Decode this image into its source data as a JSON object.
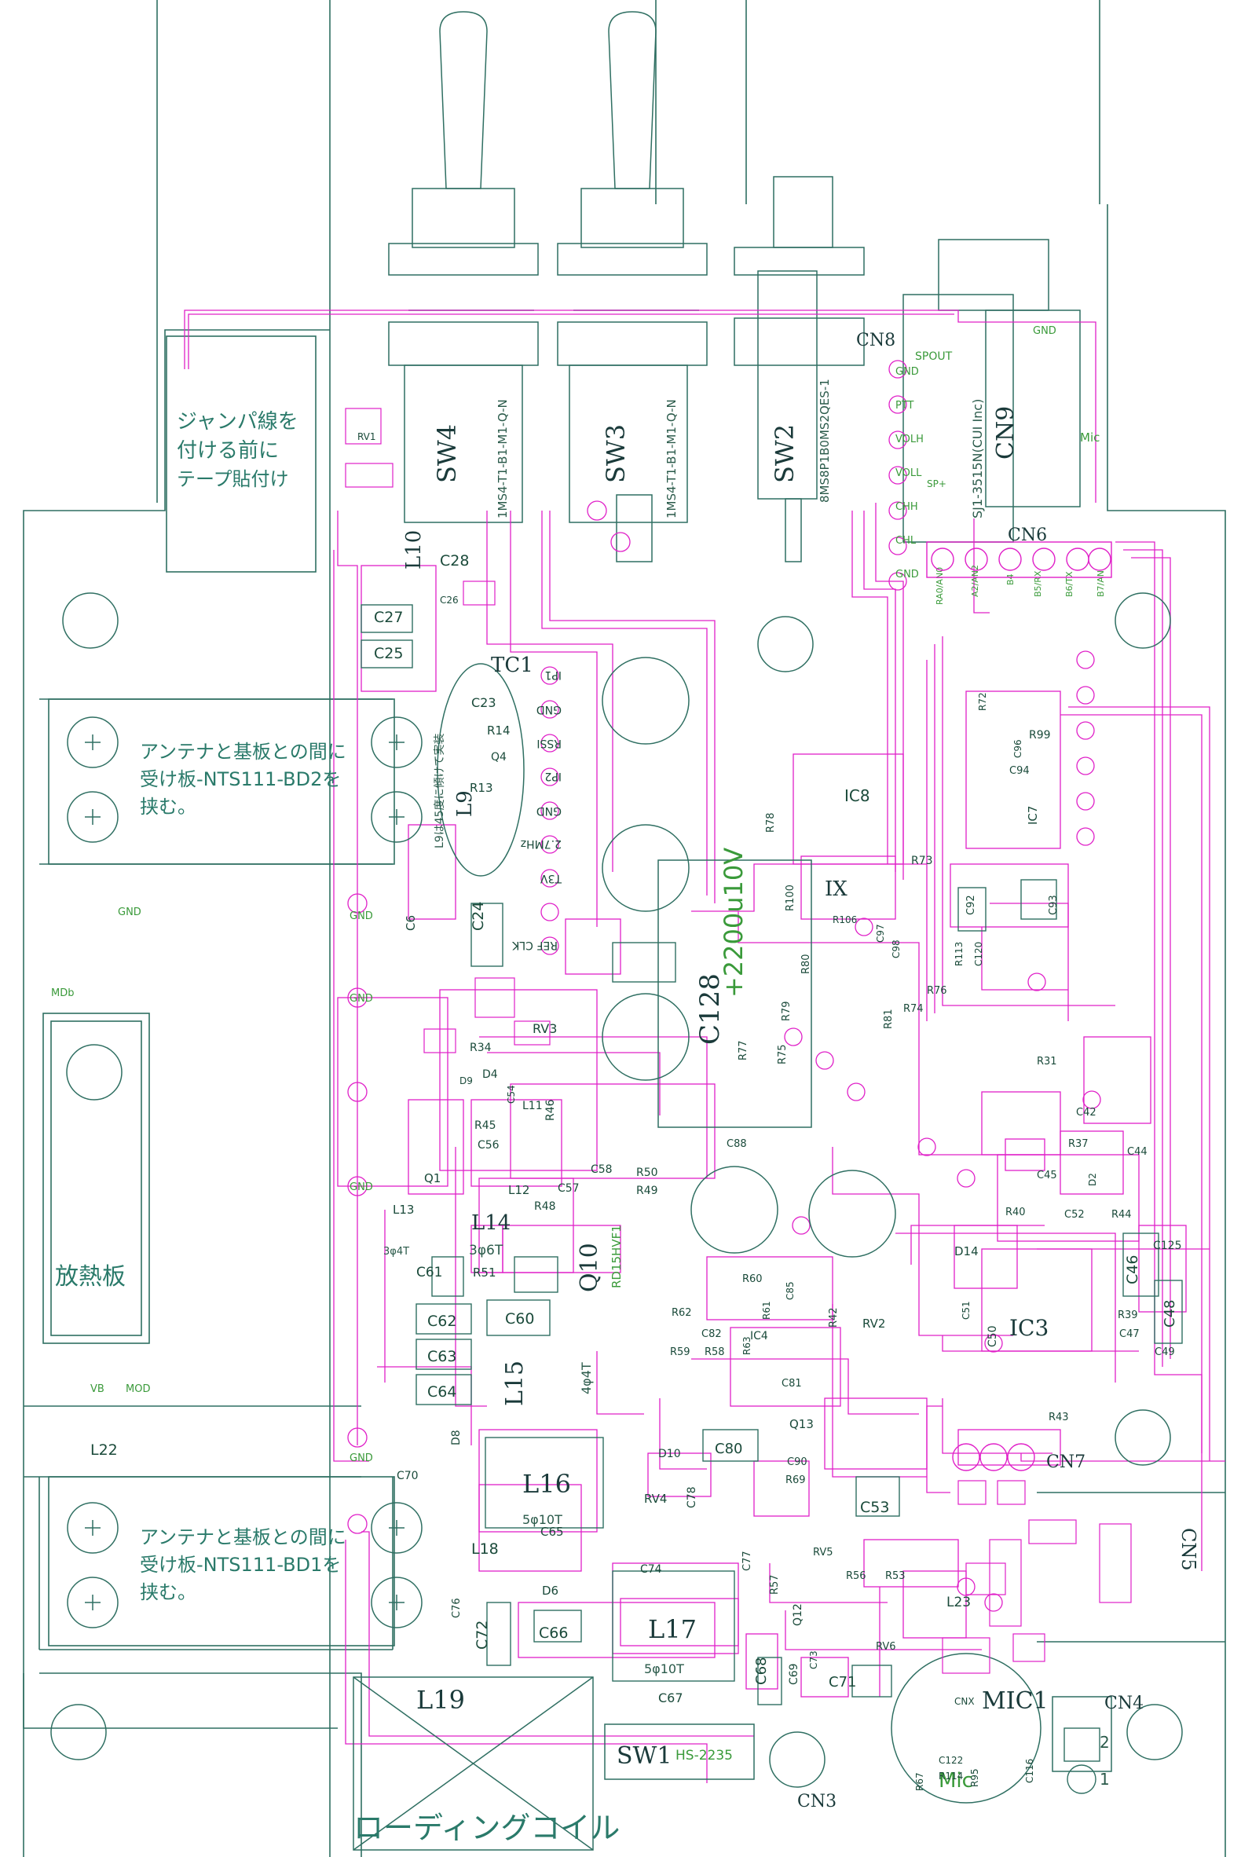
{
  "colors": {
    "outline": "#2f6f62",
    "trace": "#e020c8",
    "text": "#1a4a3a",
    "green": "#3a9a3a"
  },
  "switches": {
    "sw4": {
      "ref": "SW4",
      "part": "1MS4-T1-B1-M1-Q-N"
    },
    "sw3": {
      "ref": "SW3",
      "part": "1MS4-T1-B1-M1-Q-N"
    },
    "sw2": {
      "ref": "SW2",
      "part": "8MS8P1B0MS2QES-1"
    },
    "sw1": {
      "ref": "SW1",
      "part": "HS-2235"
    }
  },
  "connectors": {
    "cn8": {
      "ref": "CN8",
      "pins": [
        "GND",
        "PTT",
        "VOLH",
        "VOLL",
        "CHH",
        "CHL",
        "GND"
      ]
    },
    "cn9": {
      "ref": "CN9",
      "part": "SJ1-3515N(CUI Inc)",
      "labels": [
        "SPOUT",
        "GND",
        "Mic",
        "SP+"
      ]
    },
    "cn6": {
      "ref": "CN6",
      "pins": [
        "RA0/AN0",
        "A2/AN2",
        "B4",
        "B5/RX",
        "B6/TX",
        "B7/AN"
      ]
    },
    "cn7": {
      "ref": "CN7"
    },
    "cn5": {
      "ref": "CN5"
    },
    "cn4": {
      "ref": "CN4",
      "pins": [
        "2",
        "1"
      ]
    },
    "cn3": {
      "ref": "CN3"
    }
  },
  "notes": {
    "jumper": [
      "ジャンパ線を",
      "付ける前に",
      "テープ貼付け"
    ],
    "antenna_top": [
      "アンテナと基板との間に",
      "受け板-NTS111-BD2を",
      "挟む。"
    ],
    "antenna_bottom": [
      "アンテナと基板との間に",
      "受け板-NTS111-BD1を",
      "挟む。"
    ],
    "heatsink": "放熱板",
    "loading_coil": "ローディングコイル",
    "tc1_side": "L9は45度に傾けて実装"
  },
  "ref_labels": {
    "rv1": "RV1",
    "l10": "L10",
    "c28": "C28",
    "c26": "C26",
    "c27": "C27",
    "c25": "C25",
    "tc1": "TC1",
    "c23": "C23",
    "r14": "R14",
    "r13": "R13",
    "q4": "Q4",
    "l9": "L9",
    "c24": "C24",
    "c6": "C6",
    "rv3": "RV3",
    "r34": "R34",
    "r46": "R46",
    "r45": "R45",
    "c56": "C56",
    "d9": "D9",
    "d4": "D4",
    "c54": "C54",
    "l11": "L11",
    "c58": "C58",
    "r50": "R50",
    "r49": "R49",
    "c57": "C57",
    "r48": "R48",
    "l12": "L12",
    "q1": "Q1",
    "l13": "L13",
    "l14": "L14",
    "q10": "Q10",
    "q10_part": "RD15HVF1",
    "turns_3_6t": "3φ6T",
    "turns_3_4t": "3φ4T",
    "c61": "C61",
    "r51": "R51",
    "c62": "C62",
    "c60": "C60",
    "c63": "C63",
    "c64": "C64",
    "l15": "L15",
    "turns_4_4t": "4φ4T",
    "l22": "L22",
    "c70": "C70",
    "d8": "D8",
    "l16": "L16",
    "turns_5_10t_a": "5φ10T",
    "l18": "L18",
    "c65": "C65",
    "d6": "D6",
    "c66": "C66",
    "c72": "C72",
    "c76": "C76",
    "l19": "L19",
    "l17": "L17",
    "turns_5_10t_b": "5φ10T",
    "c67": "C67",
    "c68": "C68",
    "c69": "C69",
    "c71": "C71",
    "c74": "C74",
    "d10": "D10",
    "rv4": "RV4",
    "c78": "C78",
    "c80": "C80",
    "c77": "C77",
    "r57": "R57",
    "q12": "Q12",
    "r56": "R56",
    "r53": "R53",
    "rv5": "RV5",
    "rv6": "RV6",
    "c73": "C73",
    "c53": "C53",
    "c90": "C90",
    "r69": "R69",
    "q13": "Q13",
    "c81": "C81",
    "ic4": "IC4",
    "r60": "R60",
    "r62": "R62",
    "c82": "C82",
    "r58": "R58",
    "r59": "R59",
    "r61": "R61",
    "r63": "R63",
    "rv2": "RV2",
    "r42": "R42",
    "c128": "C128",
    "c128_val": "+2200u10V",
    "c88": "C88",
    "c85": "C85",
    "r77": "R77",
    "ic8": "IC8",
    "r73": "R73",
    "r78": "R78",
    "r100": "R100",
    "r80": "R80",
    "r79": "R79",
    "r76": "R76",
    "r75": "R75",
    "r81": "R81",
    "r74": "R74",
    "c97": "C97",
    "c98": "C98",
    "ix": "IX",
    "c92": "C92",
    "c93": "C93",
    "r113": "R113",
    "c120": "C120",
    "r99": "R99",
    "r72": "R72",
    "c96": "C96",
    "c94": "C94",
    "ic7": "IC7",
    "r31": "R31",
    "c45": "C45",
    "r37": "R37",
    "c44": "C44",
    "c42": "C42",
    "d2": "D2",
    "r40": "R40",
    "c52": "C52",
    "r44": "R44",
    "d14": "D14",
    "c51": "C51",
    "c46": "C46",
    "c125": "C125",
    "c48": "C48",
    "ic3": "IC3",
    "c50": "C50",
    "r39": "R39",
    "c47": "C47",
    "c49": "C49",
    "r43": "R43",
    "l23": "L23",
    "mic1": "MIC1",
    "mic": "Mic",
    "r67": "R67",
    "c122": "C122",
    "r114": "R114",
    "r95": "R95",
    "c116": "C116",
    "cnx": "CNX",
    "r106": "R106",
    "ip1": "IP1",
    "gnd_pad": "GND",
    "rssi_pad": "RSSI",
    "ip2_pad": "IP2",
    "mhz_pad": "2.7MHz",
    "t3v_pad": "T3V",
    "ref_clk": "REF CLK",
    "mdb": "MDb",
    "vb": "VB",
    "mod": "MOD",
    "gnd_label": "GND"
  }
}
